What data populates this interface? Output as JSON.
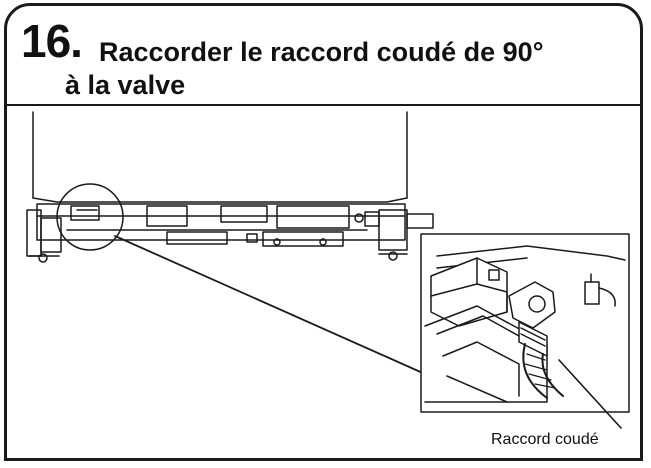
{
  "step": {
    "number": "16.",
    "title_line_1": "Raccorder le raccord coudé de 90°",
    "title_line_2": "à la valve"
  },
  "illustration": {
    "callout_label": "Raccord coudé"
  }
}
